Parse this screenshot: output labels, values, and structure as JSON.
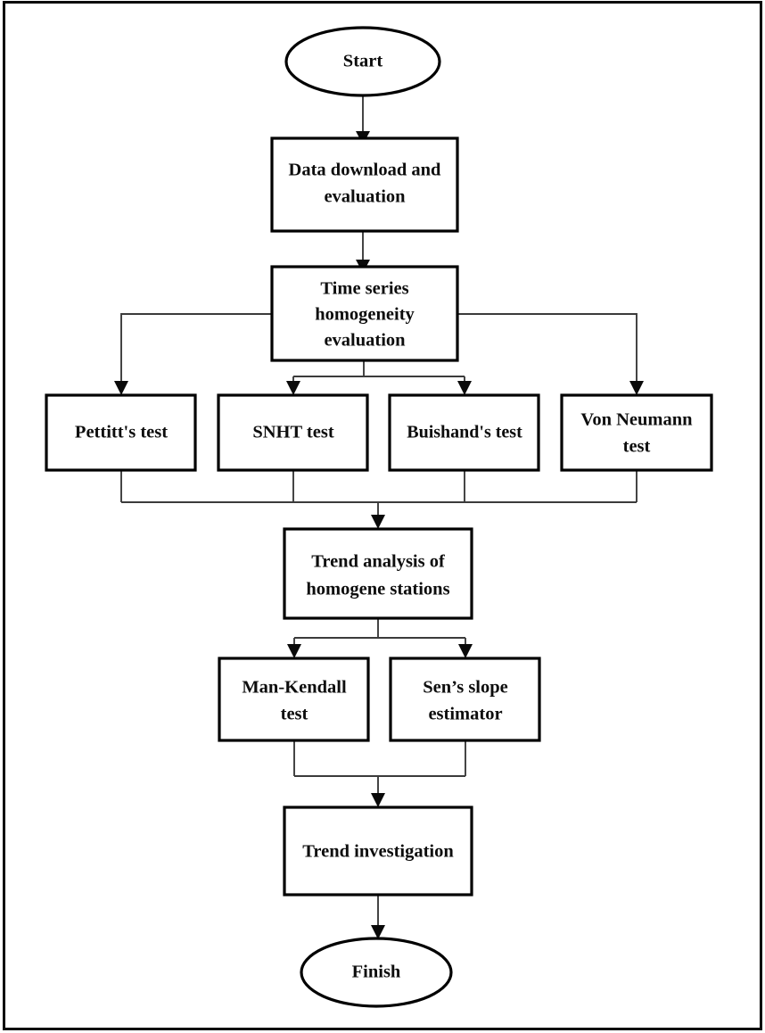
{
  "diagram": {
    "title": "Methodology flowchart for time series homogeneity and trend analysis",
    "type": "flowchart",
    "background_color": "#ffffff",
    "border_color": "#0a0a0a",
    "node_fill": "#ffffff",
    "node_stroke": "#000000",
    "connector_color": "#3b3b3b",
    "text_color": "#0d0d0d",
    "nodes": [
      {
        "id": "start",
        "shape": "ellipse",
        "lines": [
          "Start"
        ]
      },
      {
        "id": "data-download",
        "shape": "rect",
        "lines": [
          "Data download and",
          "evaluation"
        ]
      },
      {
        "id": "time-series",
        "shape": "rect",
        "lines": [
          "Time series",
          "homogeneity",
          "evaluation"
        ]
      },
      {
        "id": "pettitts-test",
        "shape": "rect",
        "lines": [
          "Pettitt's test"
        ]
      },
      {
        "id": "snht-test",
        "shape": "rect",
        "lines": [
          "SNHT test"
        ]
      },
      {
        "id": "buishands-test",
        "shape": "rect",
        "lines": [
          "Buishand's test"
        ]
      },
      {
        "id": "von-neumann-test",
        "shape": "rect",
        "lines": [
          "Von Neumann",
          "test"
        ]
      },
      {
        "id": "trend-analysis",
        "shape": "rect",
        "lines": [
          "Trend analysis of",
          "homogene stations"
        ]
      },
      {
        "id": "man-kendall-test",
        "shape": "rect",
        "lines": [
          "Man-Kendall",
          "test"
        ]
      },
      {
        "id": "sens-slope",
        "shape": "rect",
        "lines": [
          "Sen’s slope",
          "estimator"
        ]
      },
      {
        "id": "trend-investigation",
        "shape": "rect",
        "lines": [
          "Trend investigation"
        ]
      },
      {
        "id": "finish",
        "shape": "ellipse",
        "lines": [
          "Finish"
        ]
      }
    ],
    "edges": [
      {
        "from": "start",
        "to": "data-download"
      },
      {
        "from": "data-download",
        "to": "time-series"
      },
      {
        "from": "time-series",
        "to": "pettitts-test"
      },
      {
        "from": "time-series",
        "to": "snht-test"
      },
      {
        "from": "time-series",
        "to": "buishands-test"
      },
      {
        "from": "time-series",
        "to": "von-neumann-test"
      },
      {
        "from": "pettitts-test",
        "to": "trend-analysis"
      },
      {
        "from": "snht-test",
        "to": "trend-analysis"
      },
      {
        "from": "buishands-test",
        "to": "trend-analysis"
      },
      {
        "from": "von-neumann-test",
        "to": "trend-analysis"
      },
      {
        "from": "trend-analysis",
        "to": "man-kendall-test"
      },
      {
        "from": "trend-analysis",
        "to": "sens-slope"
      },
      {
        "from": "man-kendall-test",
        "to": "trend-investigation"
      },
      {
        "from": "sens-slope",
        "to": "trend-investigation"
      },
      {
        "from": "trend-investigation",
        "to": "finish"
      }
    ]
  },
  "labels": {
    "start": "Start",
    "data_download_1": "Data download and",
    "data_download_2": "evaluation",
    "time_series_1": "Time series",
    "time_series_2": "homogeneity",
    "time_series_3": "evaluation",
    "pettitts_test": "Pettitt's test",
    "snht_test": "SNHT test",
    "buishands_test": "Buishand's test",
    "von_neumann_1": "Von Neumann",
    "von_neumann_2": "test",
    "trend_analysis_1": "Trend analysis of",
    "trend_analysis_2": "homogene stations",
    "man_kendall_1": "Man-Kendall",
    "man_kendall_2": "test",
    "sens_slope_1": "Sen’s slope",
    "sens_slope_2": "estimator",
    "trend_investigation": "Trend investigation",
    "finish": "Finish"
  }
}
